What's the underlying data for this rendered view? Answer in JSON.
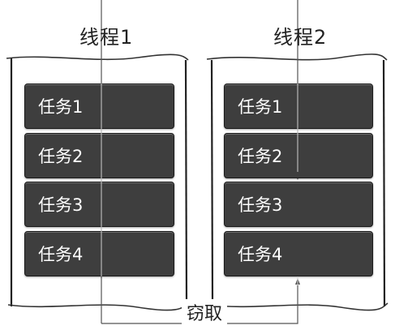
{
  "threads": [
    {
      "title": "线程1",
      "tasks": [
        "任务1",
        "任务2",
        "任务3",
        "任务4"
      ]
    },
    {
      "title": "线程2",
      "tasks": [
        "任务1",
        "任务2",
        "任务3",
        "任务4"
      ]
    }
  ],
  "steal_label": "窃取"
}
